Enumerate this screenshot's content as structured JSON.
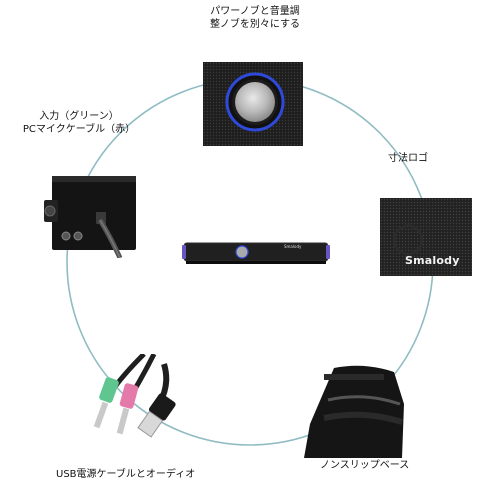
{
  "labels": {
    "power_knob": "パワーノブと音量調\n整ノブを別々にする",
    "input": "入力（グリーン）\nPCマイクケーブル（赤）",
    "size_logo": "寸法ロゴ",
    "usb_audio": "USB電源ケーブルとオーディオ",
    "non_slip": "ノンスリップベース"
  },
  "logo": "Smalody",
  "bar_brand": "Smalody",
  "colors": {
    "circle": "#8fbcc3",
    "led_blue": "#2f49d8",
    "speaker_black": "#1a1a1a",
    "green_plug": "#5fc690",
    "pink_plug": "#e47aa9"
  },
  "icons": {
    "power_knob": "knob-icon",
    "usb_plug": "usb-plug-icon"
  }
}
